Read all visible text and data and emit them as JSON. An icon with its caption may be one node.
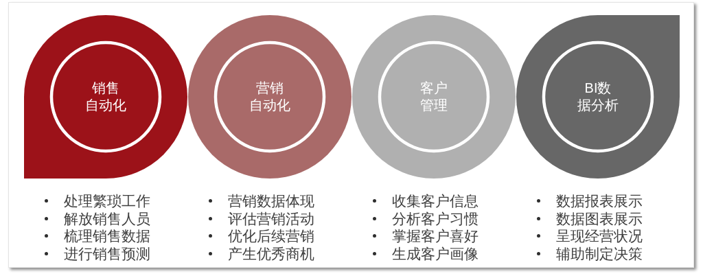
{
  "diagram": {
    "nodes": [
      {
        "text": [
          "销售自动化"
        ],
        "beside": [
          "处理繁琐工作",
          "解放销售人员",
          "梳理销售数据",
          "进行销售预测"
        ]
      },
      {
        "text": [
          "营销自动化"
        ],
        "beside": [
          "营销数据体现",
          "评估营销活动",
          "优化后续营销",
          "产生优秀商机"
        ]
      },
      {
        "text": [
          "客户管理"
        ],
        "beside": [
          "收集客户信息",
          "分析客户习惯",
          "掌握客户喜好",
          "生成客户画像"
        ]
      },
      {
        "text": [
          "BI数据分析"
        ],
        "beside": [
          "数据报表展示",
          "数据图表展示",
          "呈现经营状况",
          "辅助制定决策"
        ]
      }
    ]
  }
}
